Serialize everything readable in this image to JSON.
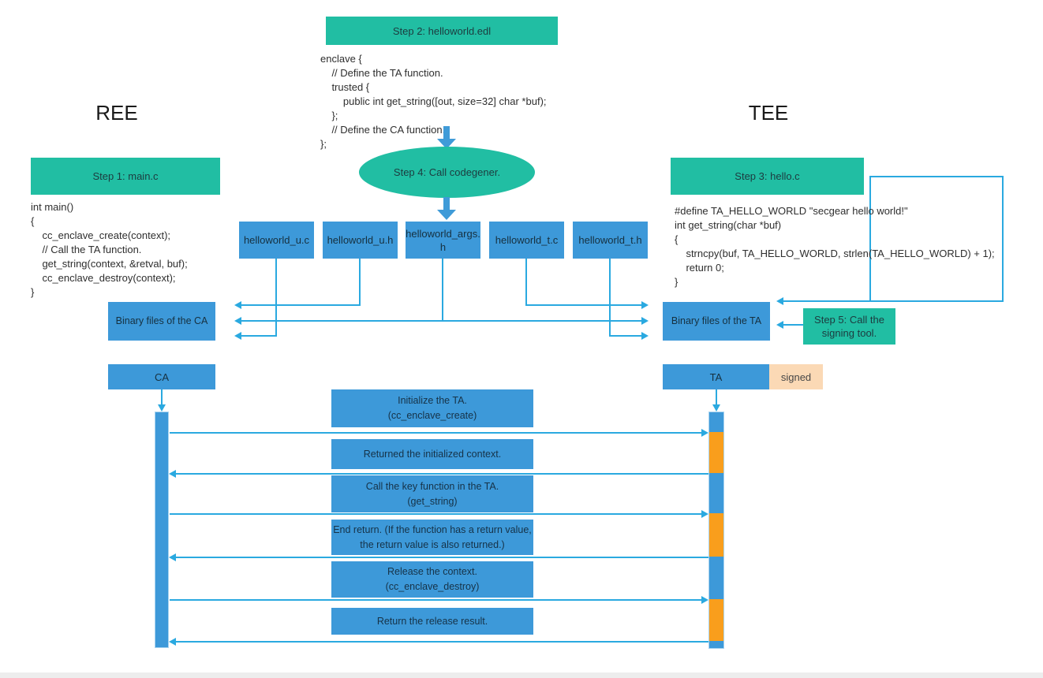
{
  "diagram": {
    "headings": {
      "left": "REE",
      "right": "TEE"
    },
    "steps": {
      "step1": "Step 1: main.c",
      "step2": "Step 2: helloworld.edl",
      "step3": "Step 3: hello.c",
      "step4": "Step 4: Call codegener.",
      "step5": "Step 5: Call the signing tool."
    },
    "code": {
      "edl": "enclave {\n    // Define the TA function.\n    trusted {\n        public int get_string([out, size=32] char *buf);\n    };\n    // Define the CA function.\n};",
      "main_c": "int main()\n{\n    cc_enclave_create(context);\n    // Call the TA function.\n    get_string(context, &retval, buf);\n    cc_enclave_destroy(context);\n}",
      "hello_c": "#define TA_HELLO_WORLD \"secgear hello world!\"\nint get_string(char *buf)\n{\n    strncpy(buf, TA_HELLO_WORLD, strlen(TA_HELLO_WORLD) + 1);\n    return 0;\n}"
    },
    "generated_files": [
      "helloworld_u.c",
      "helloworld_u.h",
      "helloworld_args.h",
      "helloworld_t.c",
      "helloworld_t.h"
    ],
    "binaries": {
      "ca": "Binary files of the CA",
      "ta": "Binary files of the TA"
    },
    "sequence": {
      "ca_label": "CA",
      "ta_label": "TA",
      "signed_label": "signed",
      "messages": [
        {
          "text": "Initialize the TA.\n(cc_enclave_create)",
          "direction": "right"
        },
        {
          "text": "Returned the initialized context.",
          "direction": "left"
        },
        {
          "text": "Call the key function in the TA.\n(get_string)",
          "direction": "right"
        },
        {
          "text": "End return. (If the function has a return value, the return value is also returned.)",
          "direction": "left"
        },
        {
          "text": "Release the context.\n(cc_enclave_destroy)",
          "direction": "right"
        },
        {
          "text": "Return the release result.",
          "direction": "left"
        }
      ]
    },
    "colors": {
      "green": "#21BEA3",
      "blue": "#3D99D9",
      "line_blue": "#2AA9E0",
      "orange": "#F99E1C",
      "peach": "#FBD9B5"
    }
  }
}
